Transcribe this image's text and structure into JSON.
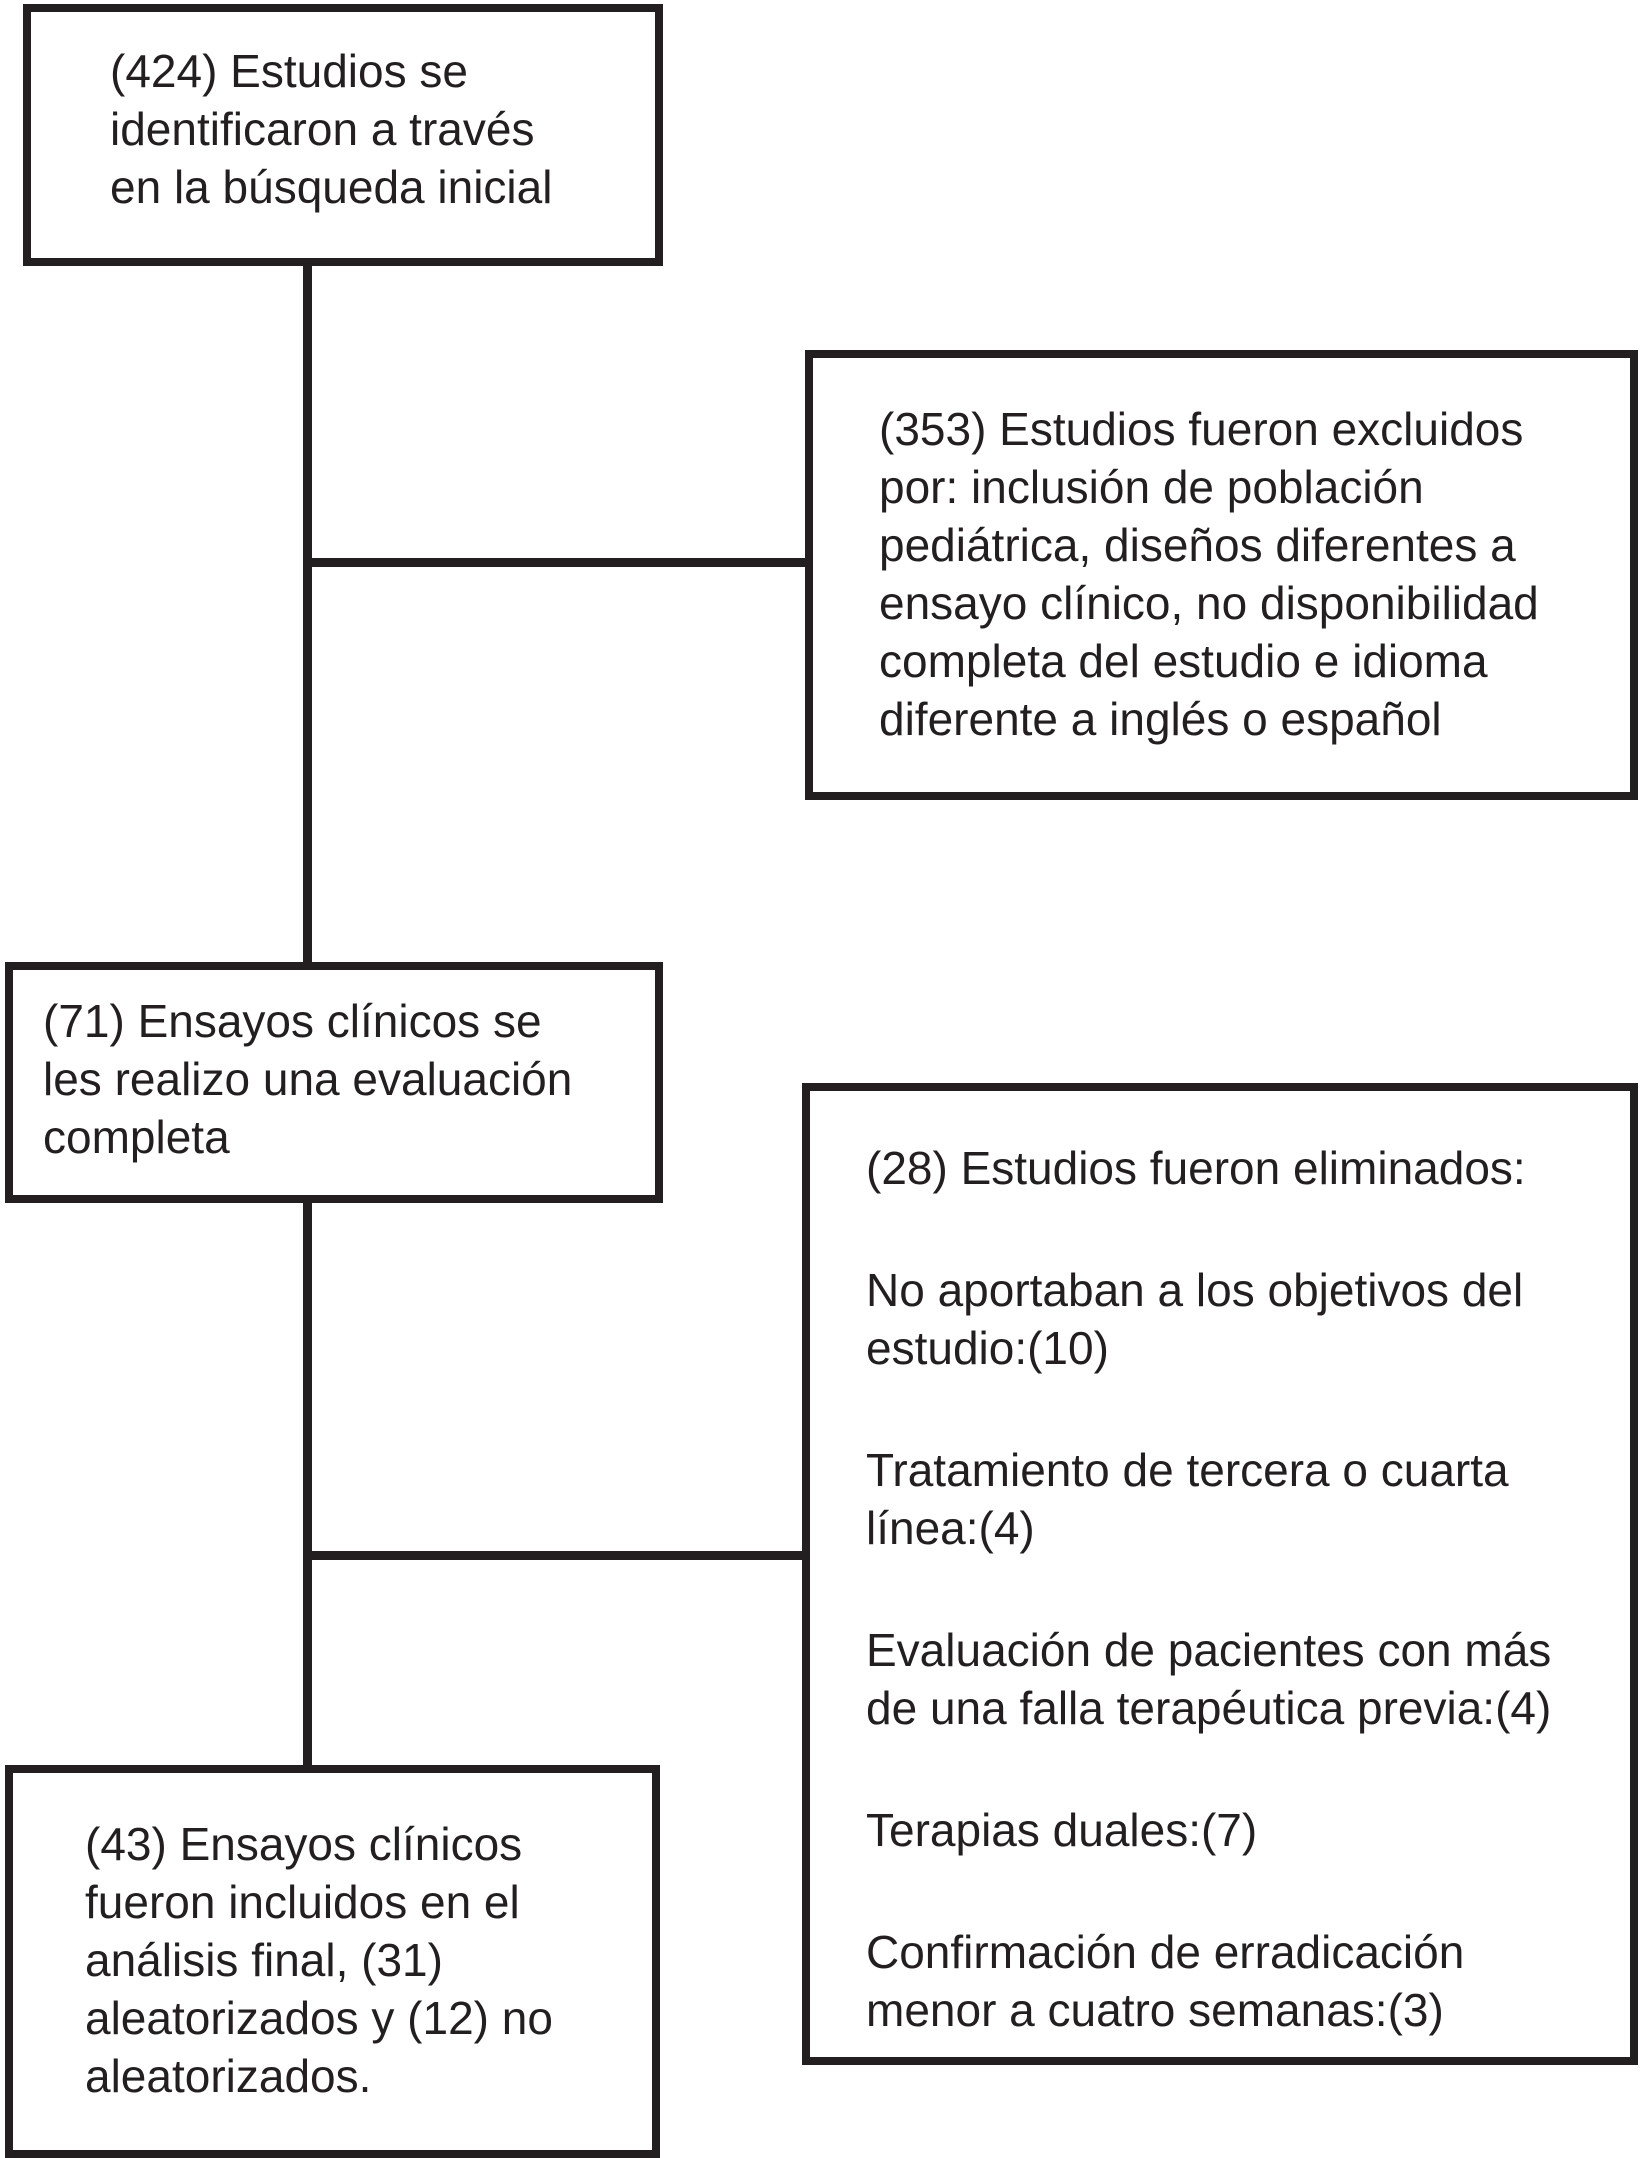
{
  "diagram": {
    "colors": {
      "ink": "#231f20",
      "background": "#ffffff"
    },
    "boxes": {
      "initial_search": {
        "lines": [
          "(424) Estudios se",
          "identificaron a través",
          "en la búsqueda inicial"
        ]
      },
      "excluded": {
        "lines": [
          "(353) Estudios fueron excluidos",
          "por: inclusión de población",
          "pediátrica, diseños diferentes a",
          "ensayo clínico, no disponibilidad",
          "completa del estudio e idioma",
          "diferente a inglés o español"
        ]
      },
      "full_evaluation": {
        "lines": [
          "(71) Ensayos clínicos se",
          "les realizo una evaluación",
          "completa"
        ]
      },
      "eliminated": {
        "paragraphs": [
          {
            "lines": [
              "(28) Estudios fueron eliminados:"
            ]
          },
          {
            "lines": [
              "No aportaban a los objetivos del",
              "estudio:(10)"
            ]
          },
          {
            "lines": [
              "Tratamiento de tercera o cuarta",
              "línea:(4)"
            ]
          },
          {
            "lines": [
              "Evaluación de pacientes con más",
              "de una falla terapéutica previa:(4)"
            ]
          },
          {
            "lines": [
              "Terapias duales:(7)"
            ]
          },
          {
            "lines": [
              "Confirmación de erradicación",
              "menor a cuatro semanas:(3)"
            ]
          }
        ]
      },
      "included": {
        "lines": [
          "(43) Ensayos clínicos",
          "fueron incluidos en el",
          "análisis final, (31)",
          "aleatorizados y (12) no",
          "aleatorizados."
        ]
      }
    }
  }
}
